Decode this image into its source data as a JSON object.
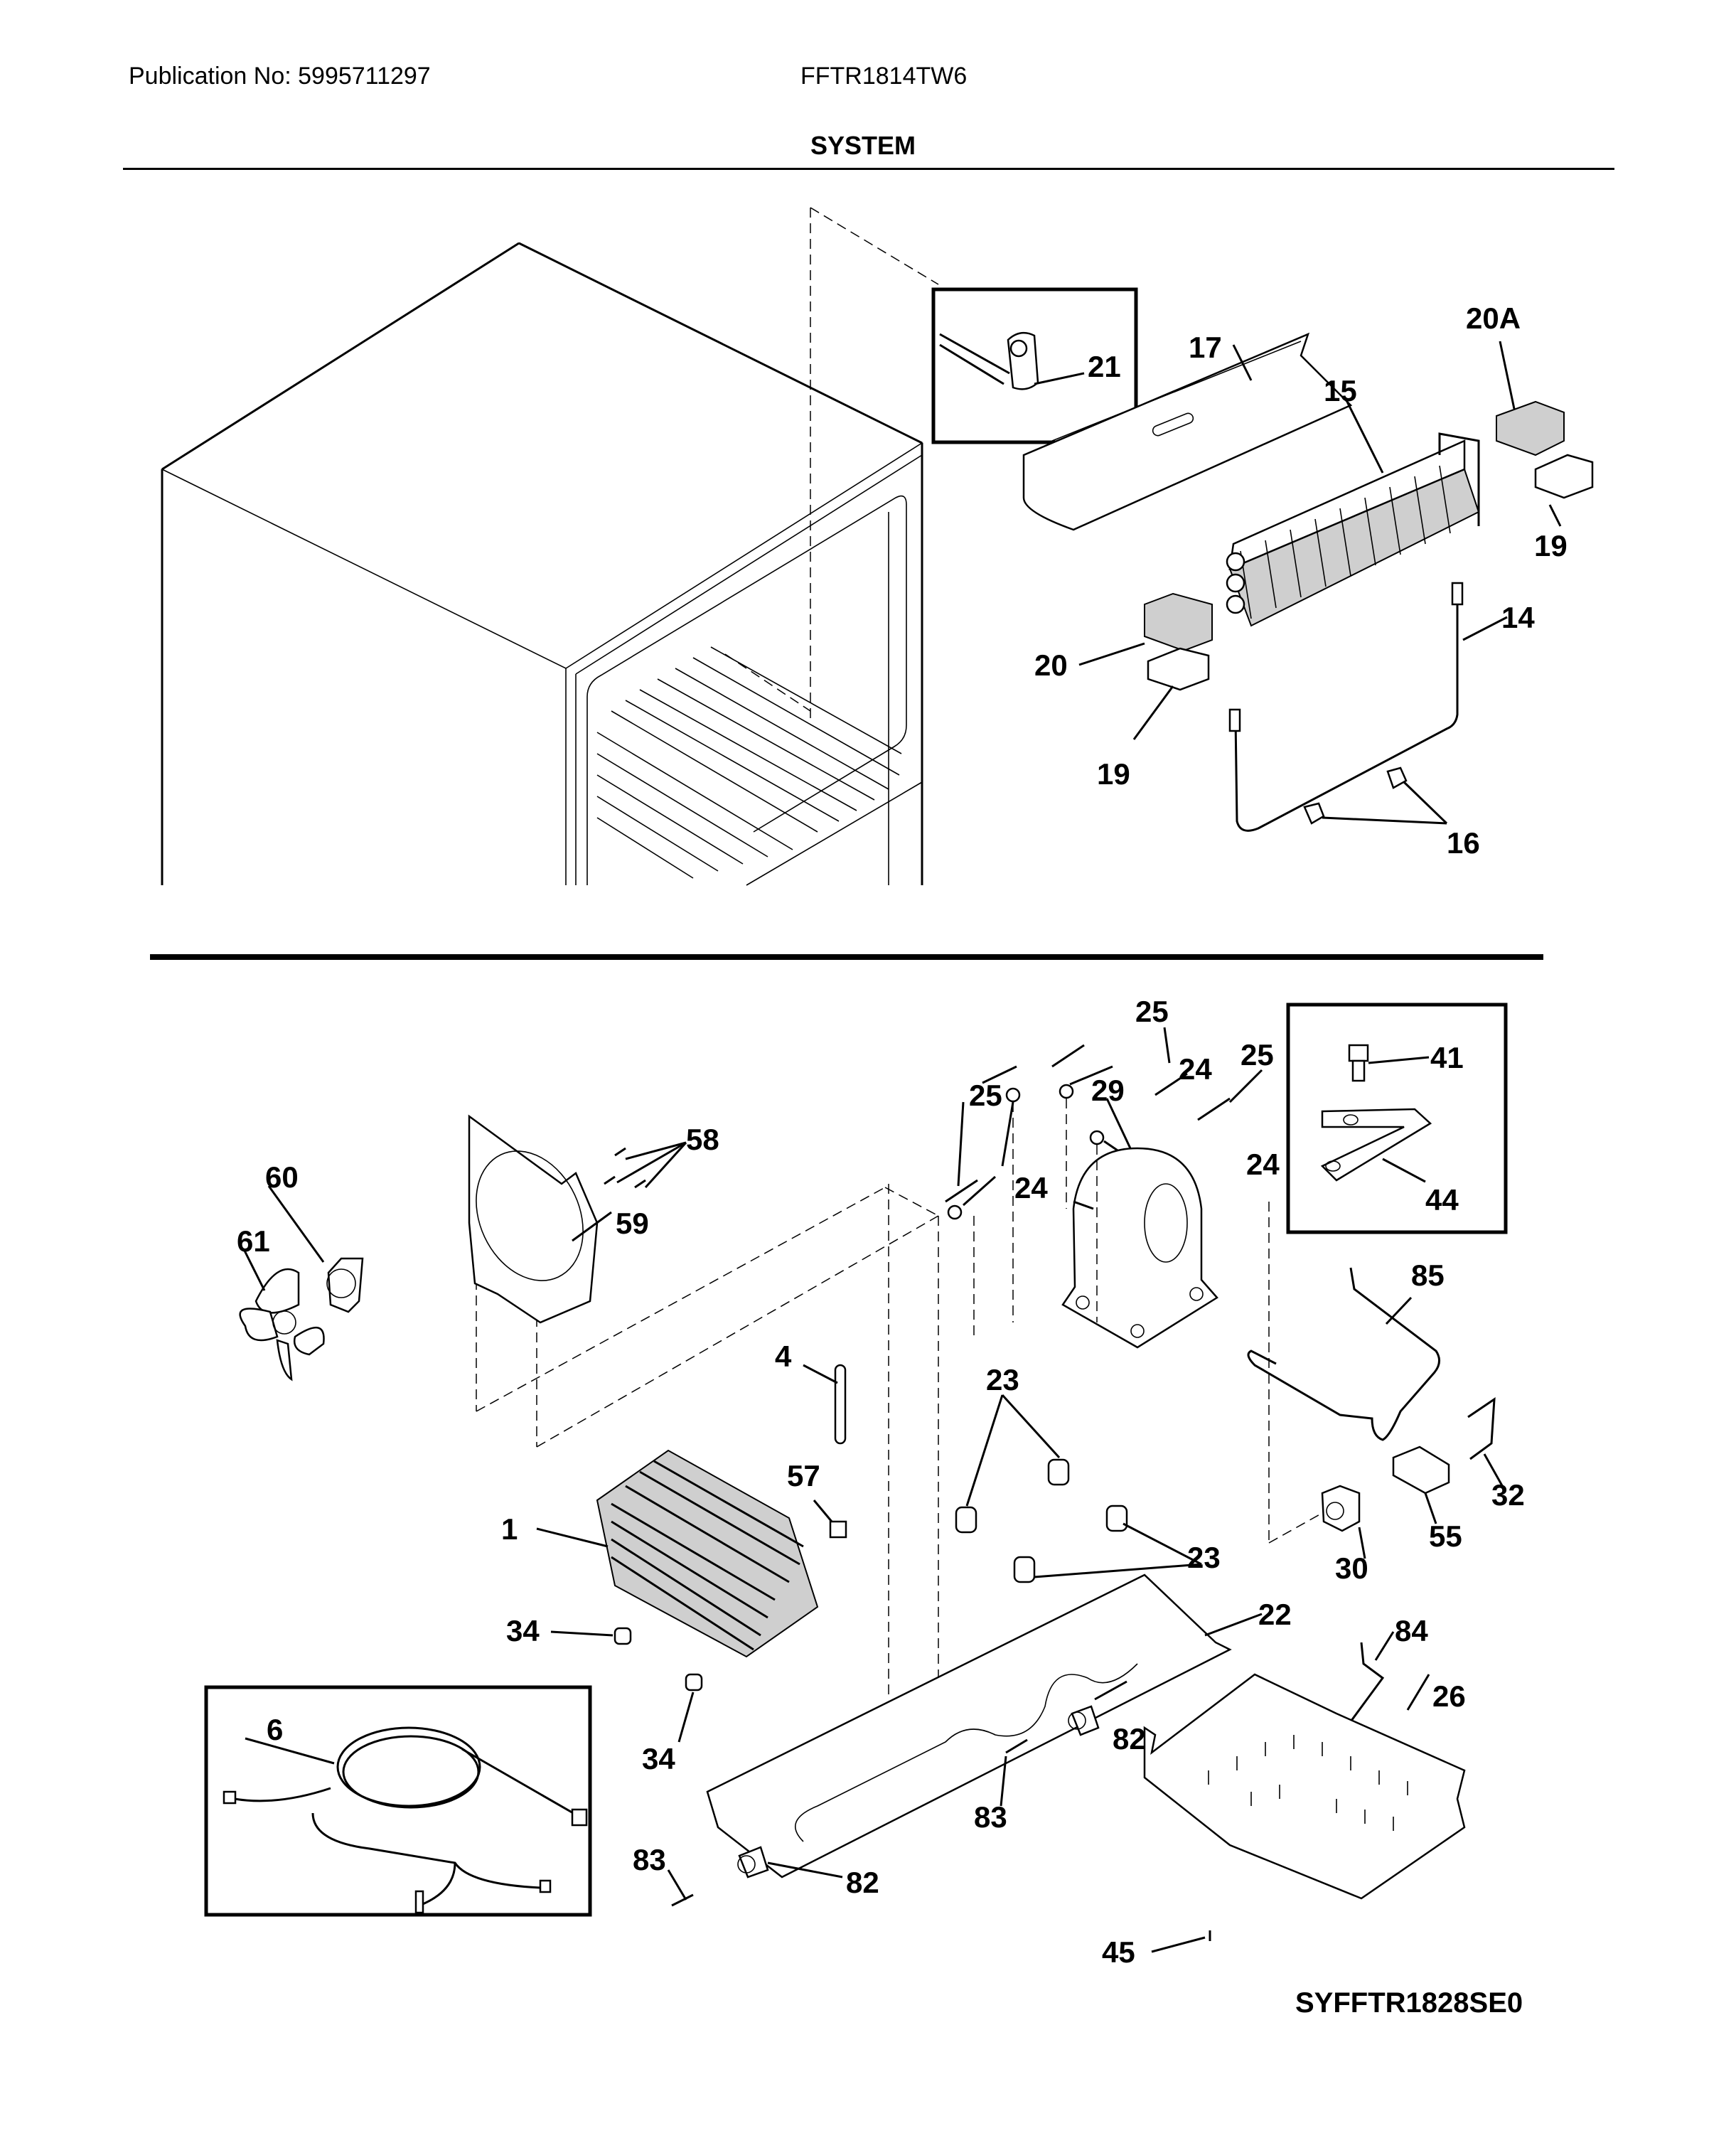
{
  "header": {
    "publication": "Publication No: 5995711297",
    "model": "FFTR1814TW6",
    "section_title": "SYSTEM"
  },
  "diagram": {
    "code": "SYFFTR1828SE0",
    "top_labels": {
      "l21": "21",
      "l17": "17",
      "l20A": "20A",
      "l15": "15",
      "l19a": "19",
      "l14": "14",
      "l20": "20",
      "l19b": "19",
      "l16": "16"
    },
    "bottom_labels": {
      "l25a": "25",
      "l25b": "25",
      "l25c": "25",
      "l24a": "24",
      "l24b": "24",
      "l24c": "24",
      "l29": "29",
      "l41": "41",
      "l44": "44",
      "l58": "58",
      "l60": "60",
      "l59": "59",
      "l61": "61",
      "l4": "4",
      "l85": "85",
      "l23a": "23",
      "l23b": "23",
      "l57": "57",
      "l1": "1",
      "l32": "32",
      "l55": "55",
      "l30": "30",
      "l34a": "34",
      "l34b": "34",
      "l22": "22",
      "l84": "84",
      "l6": "6",
      "l26": "26",
      "l82a": "82",
      "l82b": "82",
      "l83a": "83",
      "l83b": "83",
      "l45": "45"
    }
  }
}
